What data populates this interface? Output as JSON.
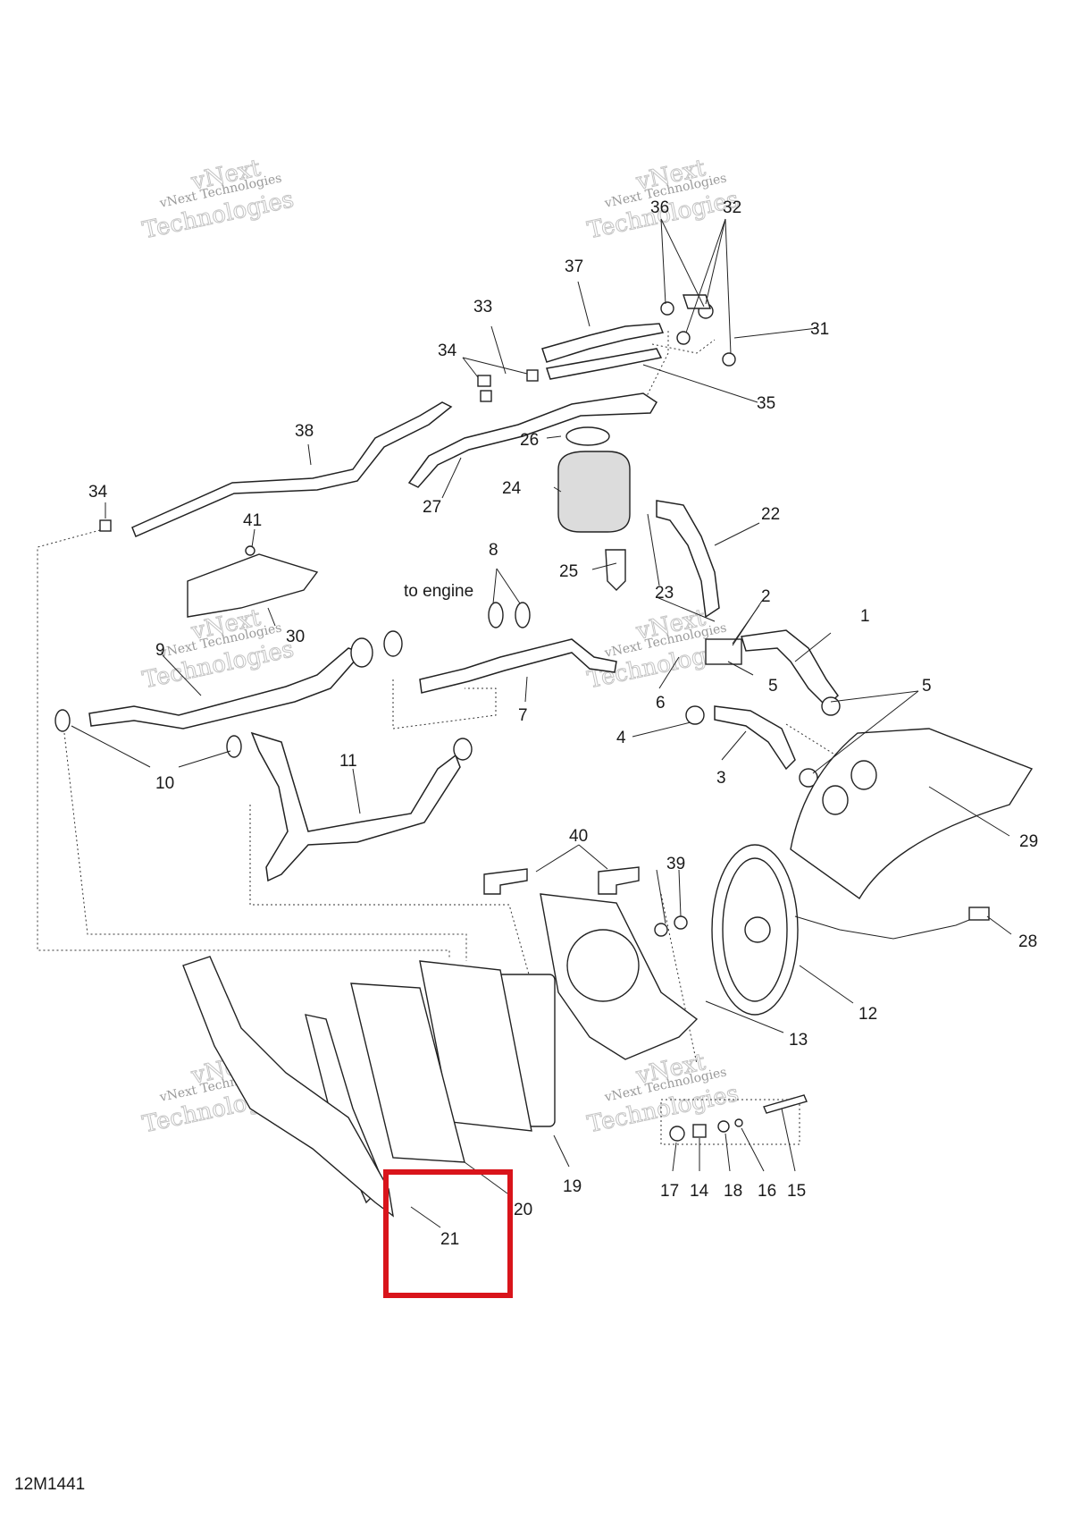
{
  "drawing_id": "12M1441",
  "annotation": "to engine",
  "callouts": [
    "1",
    "2",
    "3",
    "4",
    "5",
    "5",
    "6",
    "7",
    "8",
    "9",
    "10",
    "11",
    "12",
    "13",
    "14",
    "15",
    "16",
    "17",
    "18",
    "19",
    "20",
    "21",
    "22",
    "23",
    "24",
    "25",
    "26",
    "27",
    "28",
    "29",
    "30",
    "31",
    "32",
    "33",
    "34",
    "34",
    "35",
    "36",
    "37",
    "38",
    "39",
    "40",
    "41"
  ],
  "watermark": {
    "line1": "vNext Technologies",
    "line2": "Technologies",
    "line3": "vNext"
  },
  "highlight": {
    "color": "#d9141b",
    "label": "21"
  }
}
